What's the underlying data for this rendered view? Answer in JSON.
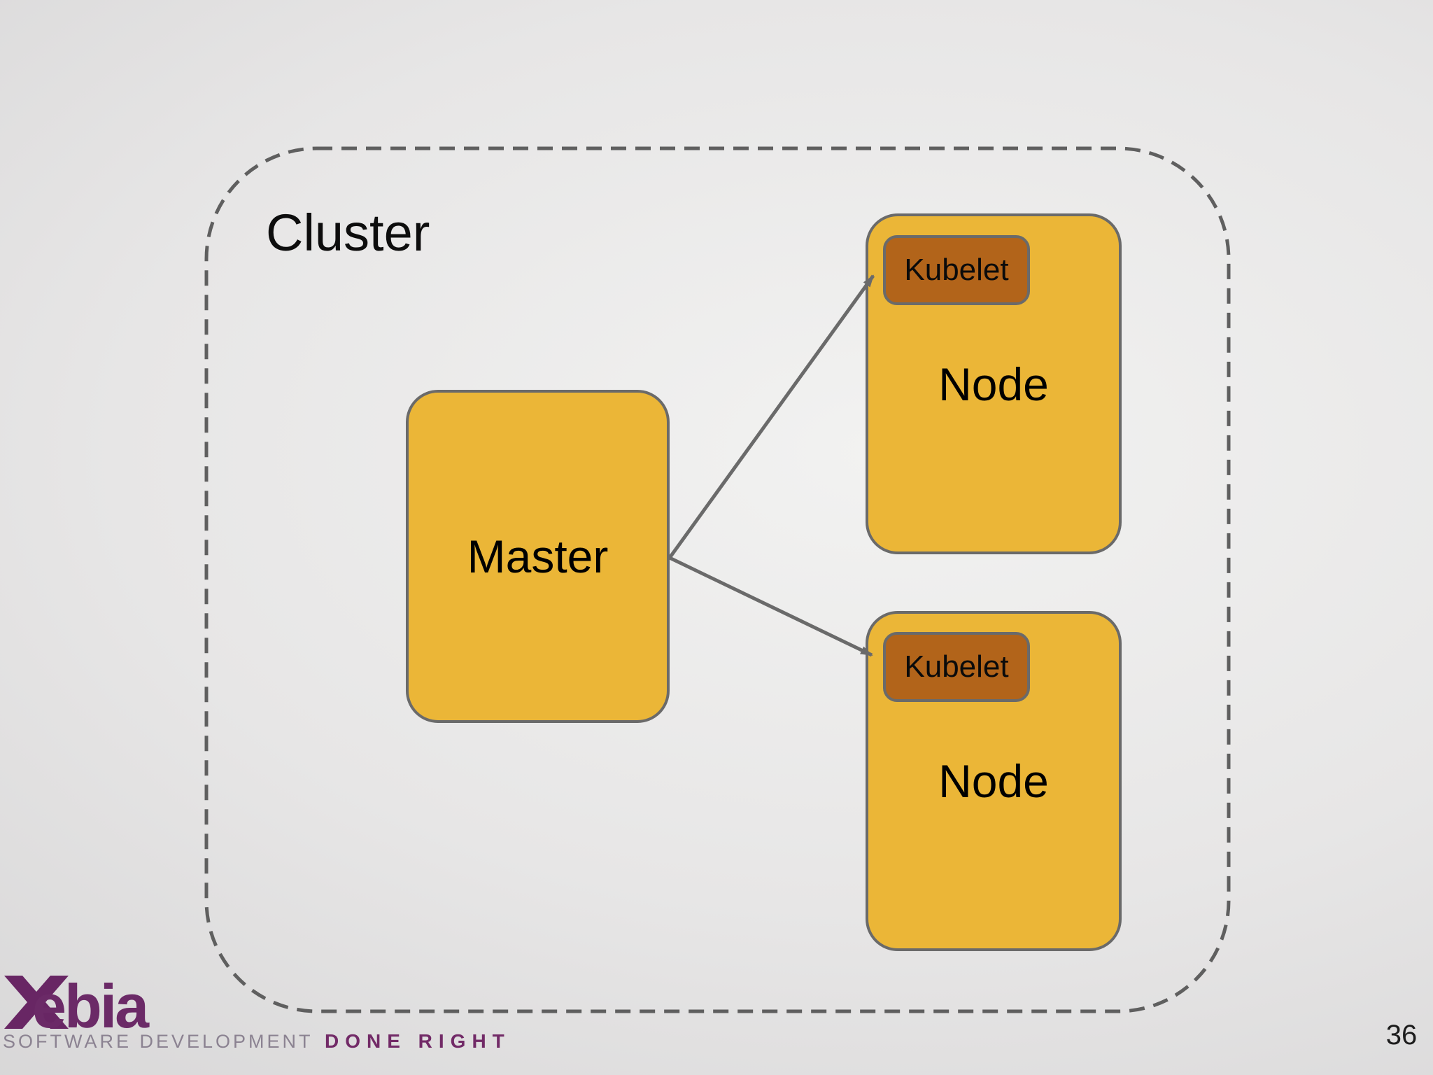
{
  "diagram": {
    "cluster": {
      "label": "Cluster"
    },
    "master": {
      "label": "Master"
    },
    "node_top": {
      "label": "Node",
      "kubelet": "Kubelet"
    },
    "node_bottom": {
      "label": "Node",
      "kubelet": "Kubelet"
    },
    "colors": {
      "box_fill": "#EBB637",
      "kubelet_fill": "#B2641A",
      "box_border": "#6A6A6A",
      "cluster_dash": "#5F5F5F",
      "arrow": "#6A6A6A"
    }
  },
  "footer": {
    "brand_wordmark_rest": "ebia",
    "tagline_left": "SOFTWARE DEVELOPMENT",
    "tagline_right": "DONE RIGHT",
    "brand_color": "#682664",
    "tagline_left_color": "#8B8291",
    "tagline_right_color": "#722A67"
  },
  "page_number": "36"
}
